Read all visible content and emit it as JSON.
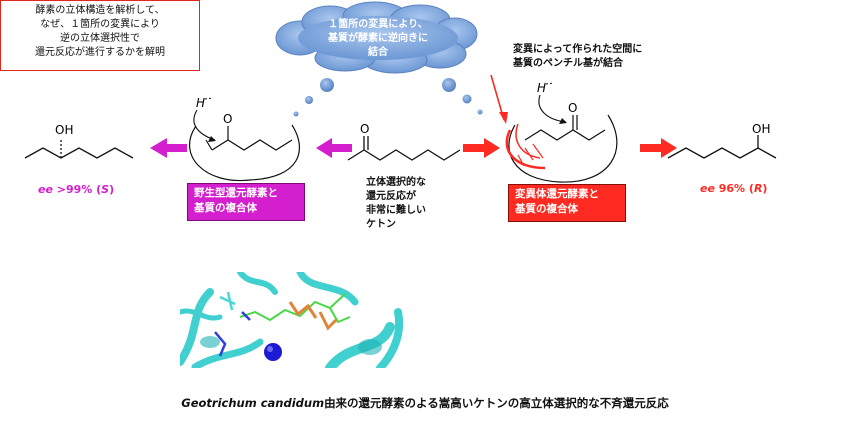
{
  "cloud": {
    "lines": [
      "１箇所の変異により、",
      "基質が酵素に逆向きに",
      "結合"
    ]
  },
  "mutation_note": {
    "lines": [
      "変異によって作られた空間に",
      "基質のペンチル基が結合"
    ]
  },
  "labels": {
    "oh": "OH",
    "o": "O",
    "hydride": "H"
  },
  "wild_box": {
    "lines": [
      "野生型還元酵素と",
      "基質の複合体"
    ],
    "color": "#d31fce"
  },
  "mutant_box": {
    "lines": [
      "変異体還元酵素と",
      "基質の複合体"
    ],
    "color": "#ff2a22"
  },
  "center_note": {
    "lines": [
      "立体選択的な",
      "還元反応が",
      "非常に難しい",
      "ケトン"
    ]
  },
  "ee_left": {
    "prefix": "ee",
    "value": " >99% (",
    "config": "S",
    "suffix": ")"
  },
  "ee_right": {
    "prefix": "ee",
    "value": " 96% (",
    "config": "R",
    "suffix": ")"
  },
  "analysis_box": {
    "lines": [
      "酵素の立体構造を解析して、",
      "なぜ、１箇所の変異により",
      "逆の立体選択性で",
      "還元反応が進行するかを解明"
    ]
  },
  "caption": {
    "italic": "Geotrichum candidum",
    "text": "由来の還元酵素のよる嵩高いケトンの高立体選択的な不斉還元反応"
  },
  "colors": {
    "magenta": "#d31fce",
    "red": "#ff2a22",
    "cloud": "#7fa8dc"
  }
}
